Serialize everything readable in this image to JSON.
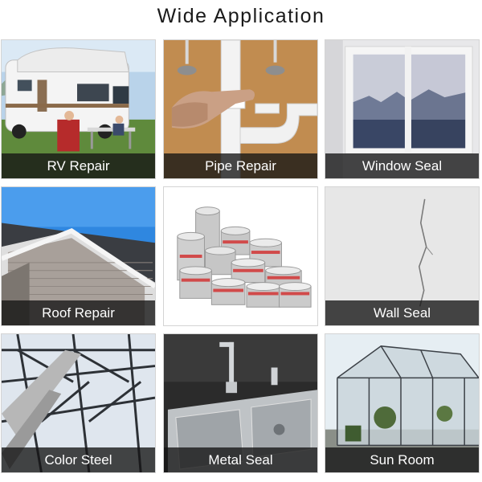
{
  "title": "Wide Application",
  "tiles": [
    {
      "label": "RV Repair"
    },
    {
      "label": "Pipe Repair"
    },
    {
      "label": "Window Seal"
    },
    {
      "label": "Roof Repair"
    },
    {
      "label": ""
    },
    {
      "label": "Wall Seal"
    },
    {
      "label": "Color Steel"
    },
    {
      "label": "Metal Seal"
    },
    {
      "label": "Sun Room"
    }
  ]
}
